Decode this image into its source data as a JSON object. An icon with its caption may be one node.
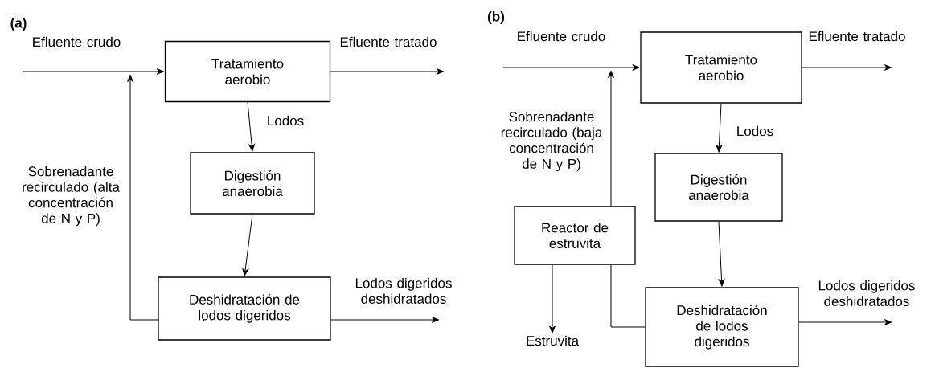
{
  "diagram": {
    "nodes": [
      {
        "text": [
          "Tratamiento aerobio"
        ]
      },
      {
        "text": [
          "Digestión anaerobia"
        ]
      },
      {
        "text": [
          "Deshidratación de lodos digeridos"
        ]
      },
      {
        "text": [
          "Tratamiento aerobio"
        ]
      },
      {
        "text": [
          "Digestión anaerobia"
        ]
      },
      {
        "text": [
          "Reactor de estruvita"
        ]
      },
      {
        "text": [
          "Deshidratación de lodos digeridos"
        ]
      },
      {
        "text": [
          "Estruvita"
        ]
      }
    ],
    "edges": [
      {
        "from": null,
        "to": 0,
        "arrow": "to",
        "label": "Efluente crudo"
      },
      {
        "from": 0,
        "to": null,
        "arrow": "to",
        "label": "Efluente tratado"
      },
      {
        "from": 0,
        "to": 1,
        "arrow": "to",
        "label": "Lodos"
      },
      {
        "from": 1,
        "to": 2,
        "arrow": "to"
      },
      {
        "from": 2,
        "to": null,
        "arrow": "to",
        "label": "Lodos digeridos deshidratados"
      },
      {
        "from": 2,
        "to": null,
        "arrow": "to",
        "label": "Sobrenadante recirculado (alta concentración de N y P)"
      },
      {
        "from": null,
        "to": 3,
        "arrow": "to",
        "label": "Efluente crudo"
      },
      {
        "from": 3,
        "to": null,
        "arrow": "to",
        "label": "Efluente tratado"
      },
      {
        "from": 3,
        "to": 4,
        "arrow": "to",
        "label": "Lodos"
      },
      {
        "from": 4,
        "to": 6,
        "arrow": "to"
      },
      {
        "from": 6,
        "to": null,
        "arrow": "to",
        "label": "Lodos digeridos deshidratados"
      },
      {
        "from": 6,
        "to": 5,
        "arrow": "none"
      },
      {
        "from": 5,
        "to": null,
        "arrow": "to",
        "label": "Sobrenadante recirculado (baja concentración de N y P)"
      },
      {
        "from": 5,
        "to": 7,
        "arrow": "to"
      }
    ],
    "labels": [
      "(a)",
      "(b)"
    ]
  }
}
